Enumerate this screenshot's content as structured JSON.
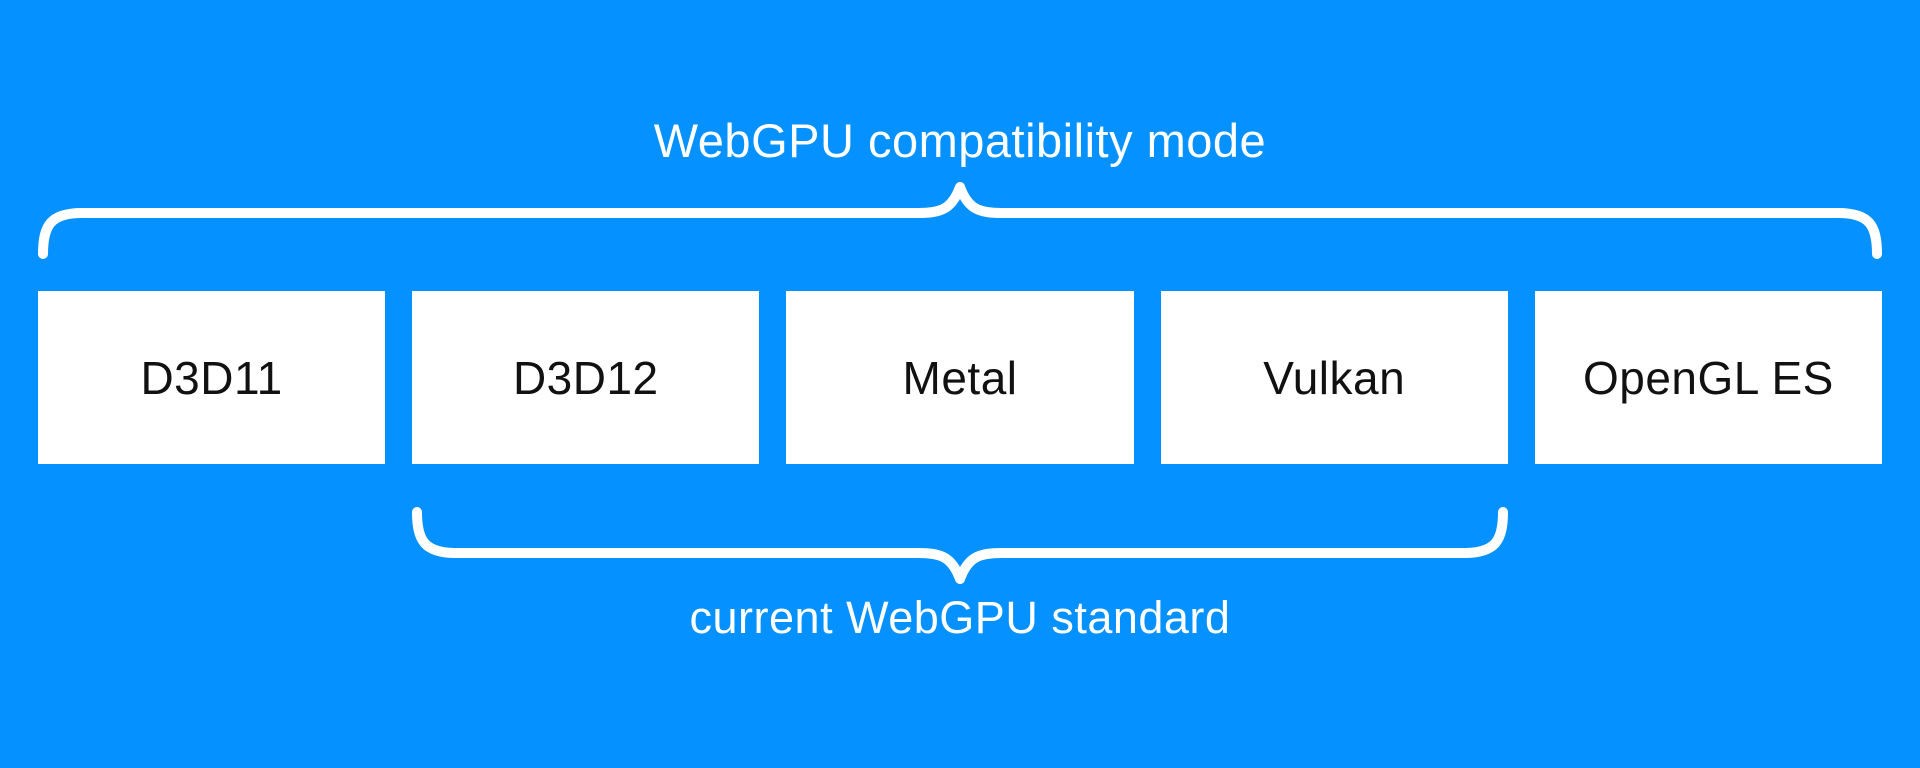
{
  "diagram": {
    "title": "WebGPU compatibility mode",
    "caption": "current WebGPU standard",
    "boxes": [
      {
        "label": "D3D11"
      },
      {
        "label": "D3D12"
      },
      {
        "label": "Metal"
      },
      {
        "label": "Vulkan"
      },
      {
        "label": "OpenGL ES"
      }
    ],
    "top_brace_covers": [
      "D3D11",
      "D3D12",
      "Metal",
      "Vulkan",
      "OpenGL ES"
    ],
    "bottom_brace_covers": [
      "D3D12",
      "Metal",
      "Vulkan"
    ],
    "colors": {
      "background": "#0591ff",
      "box_fill": "#ffffff",
      "box_text": "#111111",
      "label_text": "#ffffff",
      "brace": "#ffffff"
    }
  }
}
